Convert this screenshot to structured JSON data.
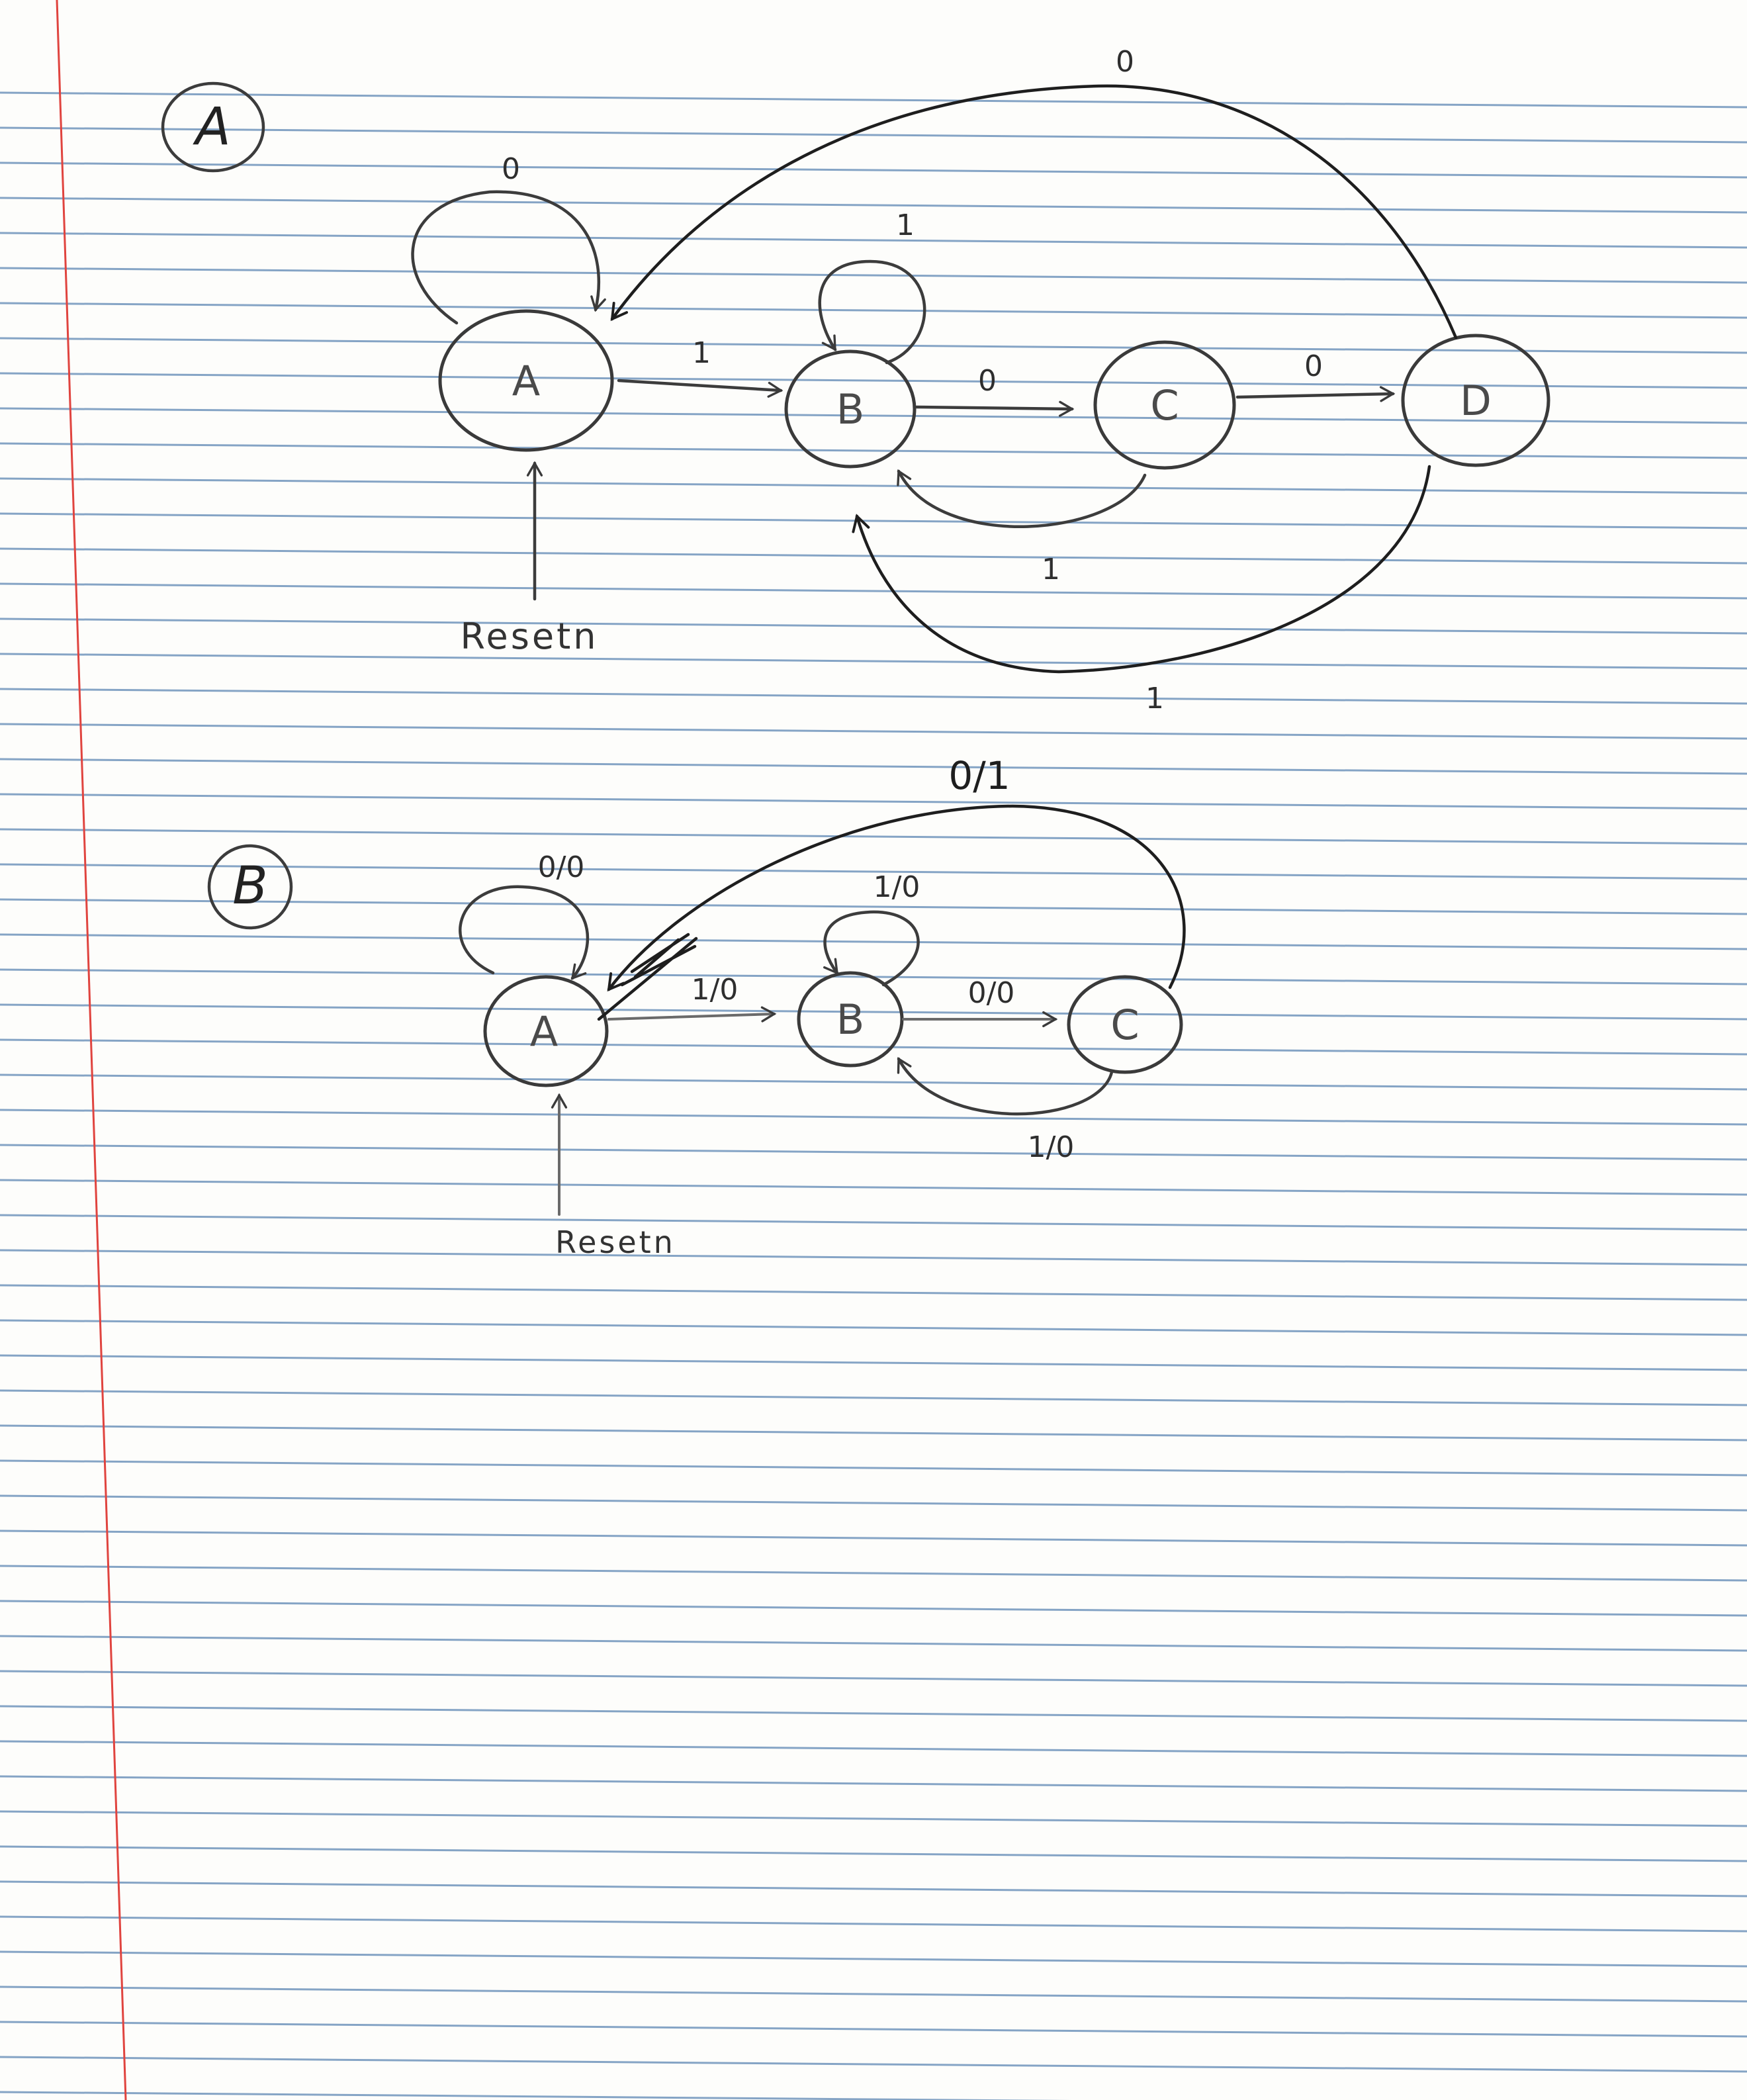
{
  "diagrams": [
    {
      "id": "fsm-a",
      "section_label": "A",
      "reset_label": "Resetn",
      "states": [
        "A",
        "B",
        "C",
        "D"
      ],
      "transitions": [
        {
          "from": "A",
          "to": "A",
          "label": "0"
        },
        {
          "from": "A",
          "to": "B",
          "label": "1"
        },
        {
          "from": "B",
          "to": "B",
          "label": "1"
        },
        {
          "from": "B",
          "to": "C",
          "label": "0"
        },
        {
          "from": "C",
          "to": "D",
          "label": "0"
        },
        {
          "from": "C",
          "to": "B",
          "label": "1"
        },
        {
          "from": "D",
          "to": "B",
          "label": "1"
        },
        {
          "from": "D",
          "to": "A",
          "label": "0"
        }
      ]
    },
    {
      "id": "fsm-b",
      "section_label": "B",
      "reset_label": "Resetn",
      "states": [
        "A",
        "B",
        "C"
      ],
      "transitions": [
        {
          "from": "A",
          "to": "A",
          "label": "0/0"
        },
        {
          "from": "A",
          "to": "B",
          "label": "1/0"
        },
        {
          "from": "B",
          "to": "B",
          "label": "1/0"
        },
        {
          "from": "B",
          "to": "C",
          "label": "0/0"
        },
        {
          "from": "C",
          "to": "B",
          "label": "1/0"
        },
        {
          "from": "C",
          "to": "A",
          "label": "0/1"
        }
      ]
    }
  ]
}
